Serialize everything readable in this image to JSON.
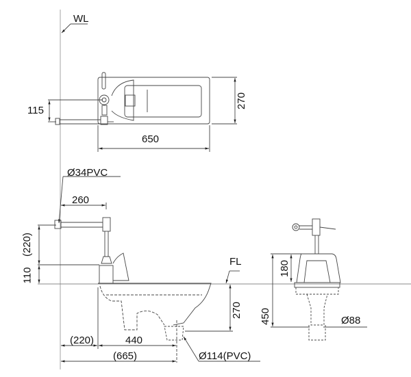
{
  "diagram": {
    "title": "Squat toilet / flushing valve installation dimensions",
    "reference_lines": {
      "wall_line": "WL",
      "floor_line": "FL"
    },
    "top_view": {
      "width_dim": "650",
      "depth_dim": "270",
      "pipe_offset_dim": "115"
    },
    "side_view": {
      "pipe_label": "Ø34PVC",
      "pipe_length_dim": "260",
      "valve_height_dim": "(220)",
      "wall_outlet_height_dim": "110",
      "bowl_depth_dim": "270",
      "wall_to_bowl_dim": "(220)",
      "bowl_to_drain_dim": "440",
      "wall_to_drain_dim": "(665)",
      "drain_label": "Ø114(PVC)"
    },
    "front_view": {
      "above_floor_dim": "180",
      "below_floor_dim": "450",
      "outlet_label": "Ø88"
    }
  }
}
